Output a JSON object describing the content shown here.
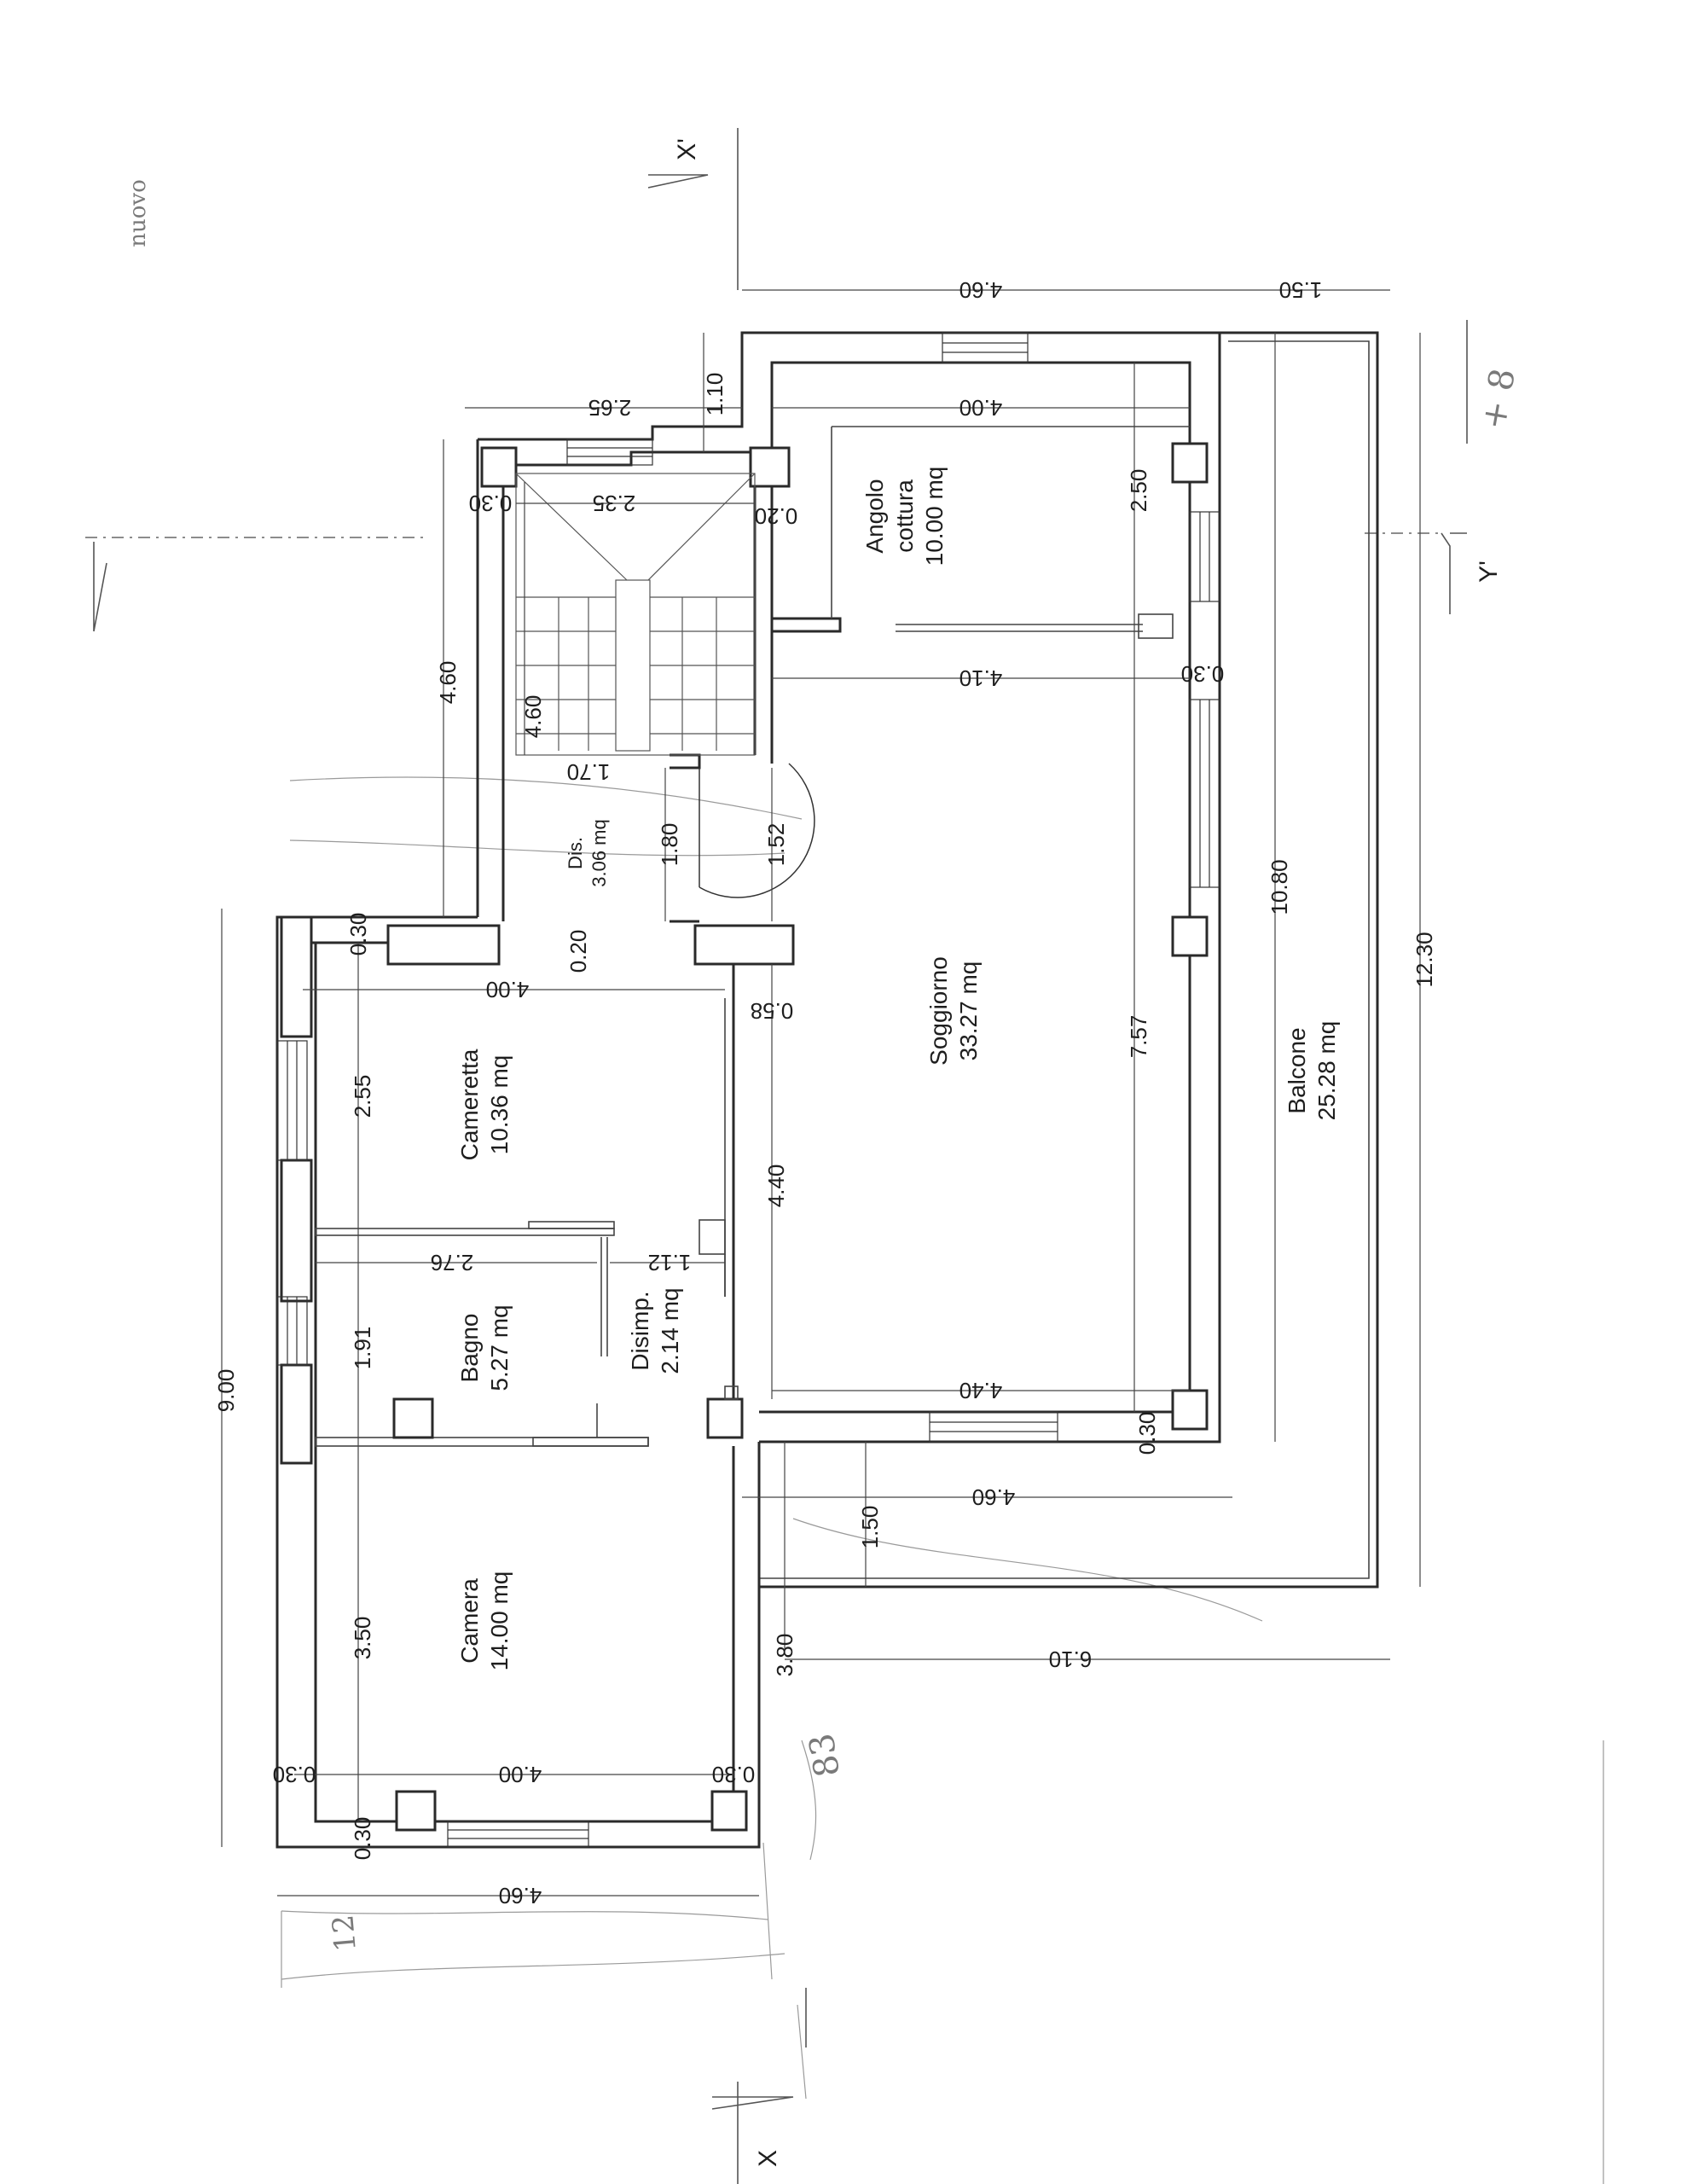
{
  "rooms": {
    "angolo": {
      "name": "Angolo",
      "name2": "cottura",
      "area": "10.00 mq"
    },
    "soggiorno": {
      "name": "Soggiorno",
      "area": "33.27 mq"
    },
    "balcone": {
      "name": "Balcone",
      "area": "25.28 mq"
    },
    "dis": {
      "name": "Dis.",
      "area": "3.06 mq"
    },
    "cameretta": {
      "name": "Cameretta",
      "area": "10.36 mq"
    },
    "bagno": {
      "name": "Bagno",
      "area": "5.27 mq"
    },
    "disimp": {
      "name": "Disimp.",
      "area": "2.14 mq"
    },
    "camera": {
      "name": "Camera",
      "area": "14.00 mq"
    }
  },
  "sections": {
    "x_top": "X'",
    "x_bottom": "X",
    "y_right": "Y'"
  },
  "dims": {
    "top_460": "4.60",
    "top_150": "1.50",
    "k_265": "2.65",
    "k_110": "1.10",
    "k_400": "4.00",
    "k_235": "2.35",
    "k_030a": "0.30",
    "k_020": "0.20",
    "k_250": "2.50",
    "k_410": "4.10",
    "k_030b": "0.30",
    "left_460": "4.60",
    "st_460": "4.60",
    "st_170": "1.70",
    "dis_180": "1.80",
    "dis_152": "1.52",
    "w_030": "0.30",
    "w_020": "0.20",
    "cm_400": "4.00",
    "cm_058": "0.58",
    "h_1080": "10.80",
    "h_1230": "12.30",
    "h_757": "7.57",
    "h_440": "4.40",
    "cm_255": "2.55",
    "b_276": "2.76",
    "b_112": "1.12",
    "b_191": "1.91",
    "s_440": "4.40",
    "s_030": "0.30",
    "v_900": "9.00",
    "bal_460": "4.60",
    "bal_150": "1.50",
    "c_350": "3.50",
    "c_380": "3.80",
    "c_610": "6.10",
    "c_030a": "0.30",
    "c_400": "4.00",
    "c_030b": "0.30",
    "c_030c": "0.30",
    "bot_460": "4.60"
  },
  "annotations": {
    "top_left": "nuovo",
    "right_mark": "+ 8",
    "mid_mark": "83",
    "bottom_mark": "12"
  }
}
